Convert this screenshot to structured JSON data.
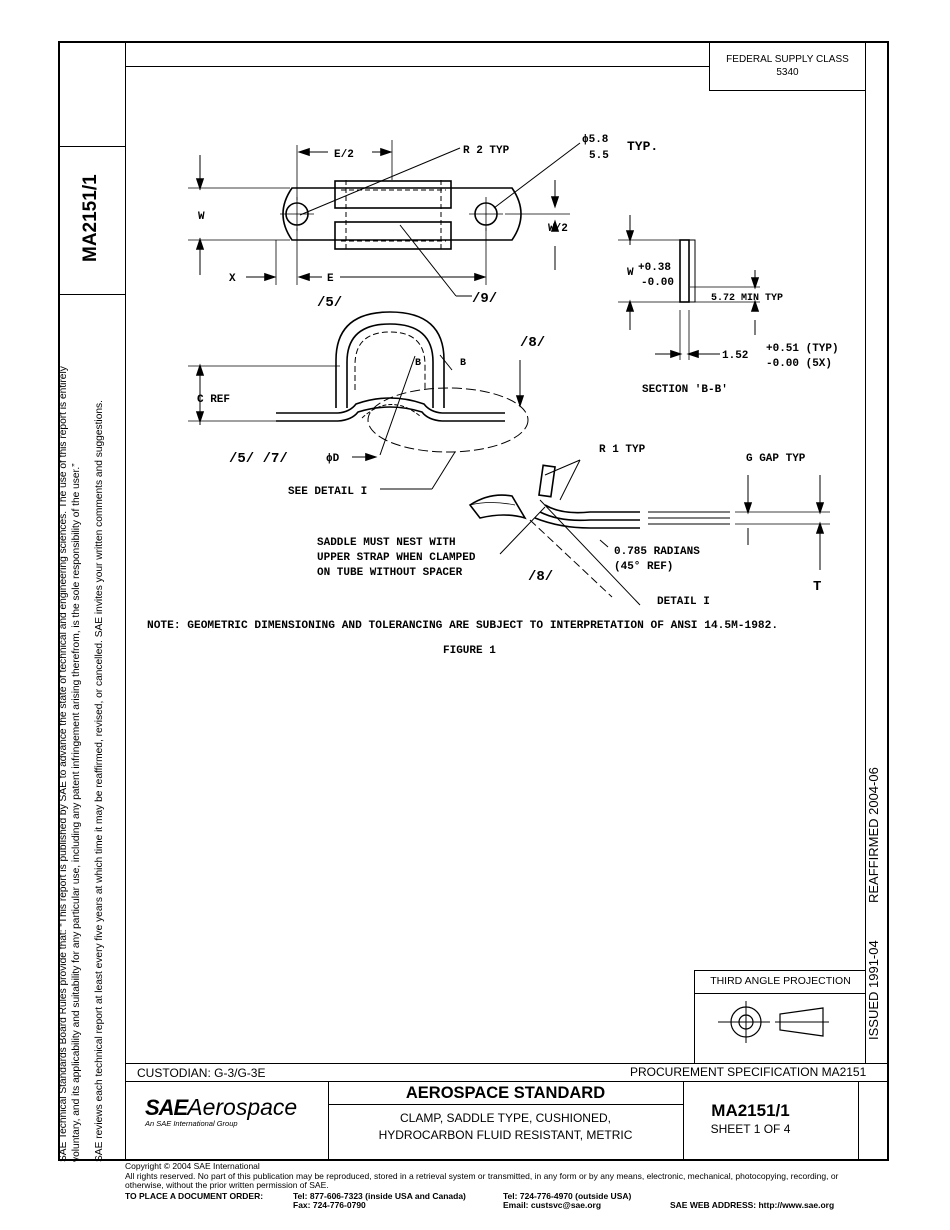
{
  "doc_number": "MA2151/1",
  "federal_supply": {
    "label": "FEDERAL SUPPLY CLASS",
    "value": "5340"
  },
  "disclaimer_line1": "SAE Technical Standards Board Rules provide that: “This report is published by SAE to advance the state of technical and engineering sciences. The use of this report is entirely",
  "disclaimer_line2": "voluntary, and its applicability and suitability for any particular use, including any patent infringement arising therefrom, is the sole responsibility of the user.”",
  "disclaimer_line3": "SAE reviews each technical report at least every five years at which time it may be reaffirmed, revised, or cancelled. SAE invites your written comments and suggestions.",
  "issued": "ISSUED 1991-04",
  "reaffirmed": "REAFFIRMED 2004-06",
  "projection_label": "THIRD ANGLE PROJECTION",
  "custodian": "CUSTODIAN:  G-3/G-3E",
  "procurement": "PROCUREMENT SPECIFICATION MA2151",
  "logo": {
    "sae": "SAE",
    "aerospace": "Aerospace",
    "tagline": "An SAE International Group"
  },
  "standard_title": "AEROSPACE STANDARD",
  "description_line1": "CLAMP, SADDLE TYPE, CUSHIONED,",
  "description_line2": "HYDROCARBON FLUID RESISTANT, METRIC",
  "sheet": "SHEET 1 OF 4",
  "copyright": "Copyright © 2004 SAE International",
  "rights_line1": "All rights reserved. No part of this publication may be reproduced, stored in a retrieval system or transmitted, in any form or by any means, electronic, mechanical, photocopying, recording, or",
  "rights_line2": "otherwise, without the prior written permission of SAE.",
  "order": {
    "label": "TO PLACE A DOCUMENT ORDER:",
    "tel1": "Tel:  877-606-7323 (inside USA and Canada)",
    "fax": "Fax:  724-776-0790",
    "tel2": "Tel:  724-776-4970 (outside USA)",
    "email": "Email:  custsvc@sae.org",
    "web": "SAE WEB ADDRESS:  http://www.sae.org"
  },
  "drawing": {
    "note": "NOTE:  GEOMETRIC DIMENSIONING AND TOLERANCING ARE SUBJECT TO INTERPRETATION OF ANSI 14.5M-1982.",
    "figure": "FIGURE 1",
    "labels": {
      "e_half": "E/2",
      "r2": "R 2 TYP",
      "dia_top": "ϕ5.8",
      "dia_bot": "5.5",
      "typ": "TYP.",
      "w": "W",
      "w_half": "W/2",
      "x": "X",
      "e": "E",
      "ref5": "/5/",
      "ref9": "/9/",
      "ref8": "/8/",
      "b1": "B",
      "b2": "B",
      "c_ref": "C REF",
      "ref57": "/5/ /7/",
      "phid": "ϕD",
      "see_detail": "SEE DETAIL I",
      "w_tol_w": "W",
      "w_tol_plus": "+0.38",
      "w_tol_minus": "-0.00",
      "min_typ": "5.72 MIN TYP",
      "dim_152": "1.52",
      "tol_plus": "+0.51 (TYP)",
      "tol_minus": "-0.00 (5X)",
      "section": "SECTION 'B-B'",
      "r1": "R 1 TYP",
      "g_gap": "G GAP TYP",
      "saddle1": "SADDLE MUST NEST WITH",
      "saddle2": "UPPER STRAP WHEN CLAMPED",
      "saddle3": "ON TUBE WITHOUT SPACER",
      "radians": "0.785 RADIANS",
      "deg_ref": "(45° REF)",
      "ref8b": "/8/",
      "detail": "DETAIL I"
    }
  }
}
